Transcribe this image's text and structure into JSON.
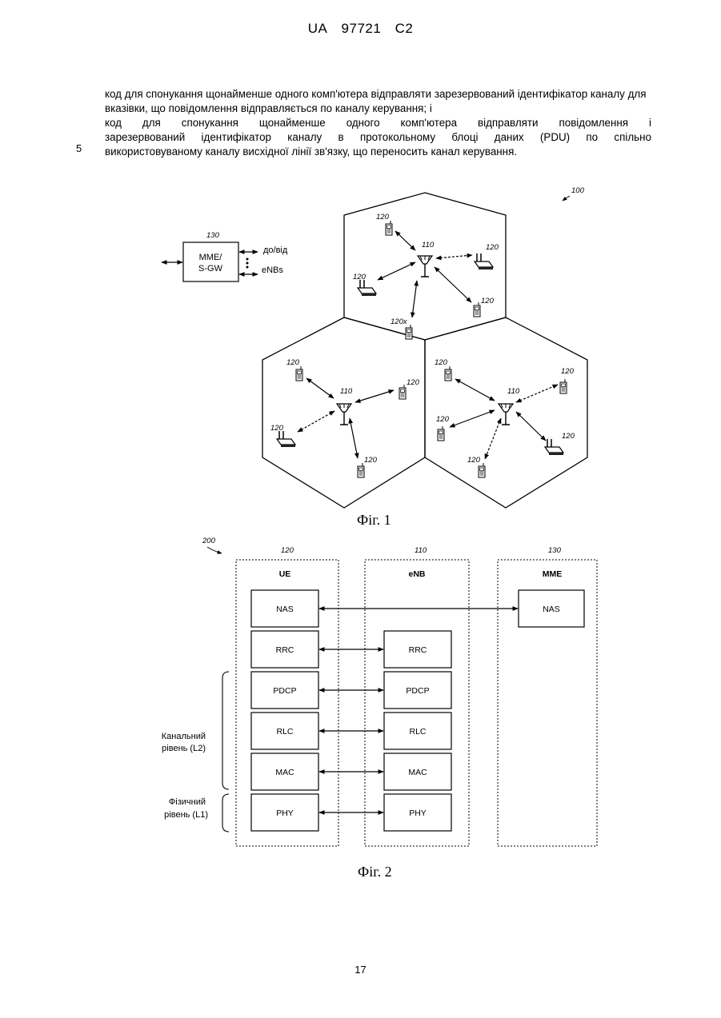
{
  "header": {
    "country": "UA",
    "number": "97721",
    "kind": "C2"
  },
  "claims": [
    "код для спонукання щонайменше одного комп'ютера відправляти зарезервований ідентифікатор каналу для вказівки, що повідомлення відправляється по каналу керування; і",
    "код для спонукання щонайменше одного комп'ютера відправляти повідомлення і",
    "зарезервований ідентифікатор каналу в протокольному блоці даних (PDU) по спільно",
    "використовуваному каналу висхідної лінії зв'язку, що переносить канал керування."
  ],
  "line_number": "5",
  "fig1": {
    "caption": "Фіг. 1",
    "ref_system": "100",
    "ref_mme": "130",
    "mme_line1": "MME/",
    "mme_line2": "S-GW",
    "to_from": "до/від",
    "enbs": "eNBs",
    "ref_enb": "110",
    "ref_ue": "120",
    "ref_ue_x": "120x"
  },
  "fig2": {
    "caption": "Фіг. 2",
    "ref_stack": "200",
    "columns": [
      {
        "ref": "120",
        "title": "UE"
      },
      {
        "ref": "110",
        "title": "eNB"
      },
      {
        "ref": "130",
        "title": "MME"
      }
    ],
    "layers": [
      "NAS",
      "RRC",
      "PDCP",
      "RLC",
      "MAC",
      "PHY"
    ],
    "mme_layer": "NAS",
    "l2_label_1": "Канальний",
    "l2_label_2": "рівень (L2)",
    "l1_label_1": "Фізичний",
    "l1_label_2": "рівень (L1)"
  },
  "page_number": "17"
}
